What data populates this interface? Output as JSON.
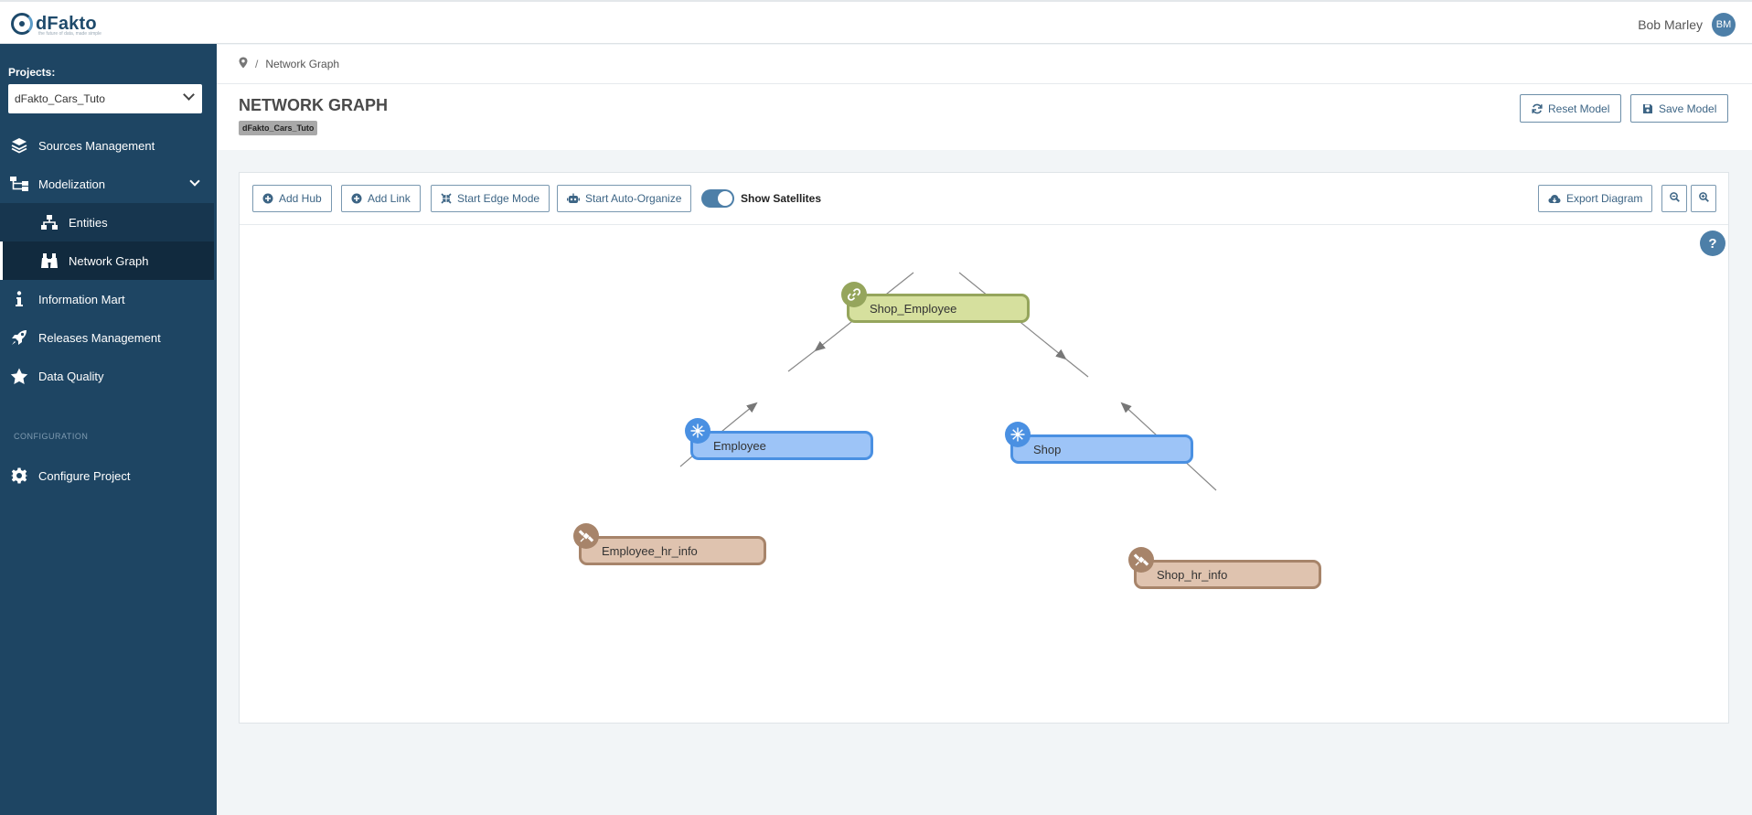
{
  "app": {
    "logo_text": "dFakto",
    "logo_tagline": "the future of data, made simple"
  },
  "user": {
    "name": "Bob Marley",
    "initials": "BM"
  },
  "sidebar": {
    "projects_label": "Projects:",
    "project_selected": "dFakto_Cars_Tuto",
    "items": [
      {
        "label": "Sources Management",
        "icon": "layers-icon"
      },
      {
        "label": "Modelization",
        "icon": "sitemap-icon"
      },
      {
        "label": "Entities",
        "icon": "network-icon"
      },
      {
        "label": "Network Graph",
        "icon": "binoculars-icon"
      },
      {
        "label": "Information Mart",
        "icon": "info-icon"
      },
      {
        "label": "Releases Management",
        "icon": "rocket-icon"
      },
      {
        "label": "Data Quality",
        "icon": "star-icon"
      }
    ],
    "section_label": "CONFIGURATION",
    "config_items": [
      {
        "label": "Configure Project",
        "icon": "gear-icon"
      }
    ]
  },
  "breadcrumb": {
    "current": "Network Graph"
  },
  "page": {
    "title": "NETWORK GRAPH",
    "badge": "dFakto_Cars_Tuto",
    "reset_label": "Reset Model",
    "save_label": "Save Model"
  },
  "toolbar": {
    "add_hub": "Add Hub",
    "add_link": "Add Link",
    "edge_mode": "Start Edge Mode",
    "auto_organize": "Start Auto-Organize",
    "show_satellites": "Show Satellites",
    "show_satellites_on": true,
    "export": "Export Diagram",
    "help": "?"
  },
  "graph": {
    "nodes": [
      {
        "id": "shop_employee",
        "label": "Shop_Employee",
        "type": "link"
      },
      {
        "id": "employee",
        "label": "Employee",
        "type": "hub"
      },
      {
        "id": "shop",
        "label": "Shop",
        "type": "hub"
      },
      {
        "id": "employee_hr_info",
        "label": "Employee_hr_info",
        "type": "satellite"
      },
      {
        "id": "shop_hr_info",
        "label": "Shop_hr_info",
        "type": "satellite"
      }
    ],
    "edges": [
      {
        "from": "shop_employee",
        "to": "employee"
      },
      {
        "from": "shop_employee",
        "to": "shop"
      },
      {
        "from": "employee_hr_info",
        "to": "employee"
      },
      {
        "from": "shop_hr_info",
        "to": "shop"
      }
    ],
    "colors": {
      "link": "#d6e09e",
      "hub": "#9dc4f7",
      "satellite": "#dfc3af"
    }
  }
}
